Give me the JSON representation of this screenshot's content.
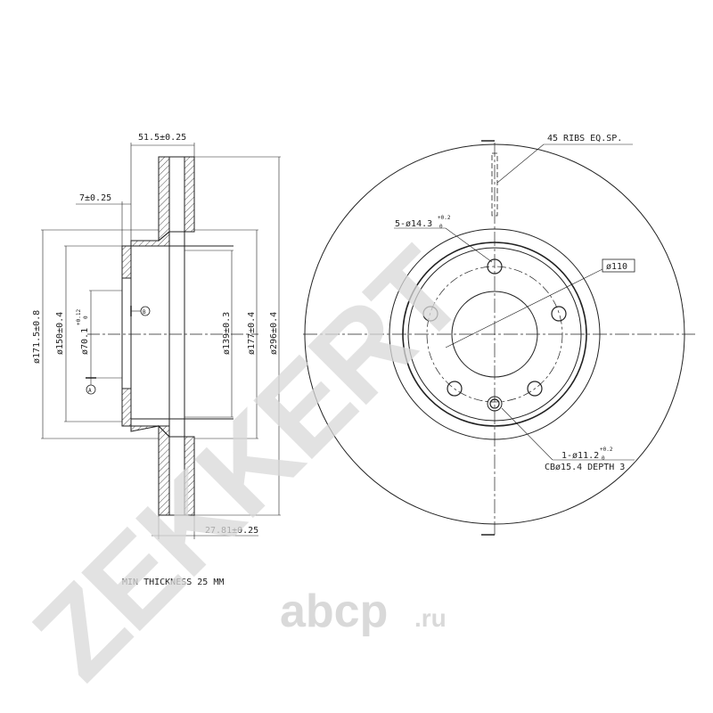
{
  "side_view": {
    "dim_total_width": "51.5±0.25",
    "dim_flange": "7±0.25",
    "dim_d171": "ø171.5±0.8",
    "dim_d150": "ø150±0.4",
    "dim_d70": "ø70.1",
    "dim_d70_tol_top": "+0.12",
    "dim_d70_tol_bottom": "0",
    "dim_d139": "ø139±0.3",
    "dim_d177": "ø177±0.4",
    "dim_d296": "ø296±0.4",
    "dim_disc_thickness": "27.81±0.25",
    "datum_a": "A",
    "datum_b": "B",
    "min_thickness": "MIN THICKNESS 25 MM"
  },
  "front_view": {
    "ribs_note": "45 RIBS EQ.SP.",
    "bolt_holes_note": "5-ø14.3",
    "bolt_holes_tol_top": "+0.2",
    "bolt_holes_tol_bottom": "0",
    "pcd": "ø110",
    "pin_hole_note": "1-ø11.2",
    "pin_hole_tol_top": "+0.2",
    "pin_hole_tol_bottom": "0",
    "counterbore_note": "CBø15.4 DEPTH 3"
  },
  "watermarks": {
    "brand": "ZEKKERT",
    "site": "abcp",
    "site_tld": ".ru"
  },
  "colors": {
    "line": "#222222",
    "watermark": "#d9d9d9",
    "background": "#ffffff"
  }
}
